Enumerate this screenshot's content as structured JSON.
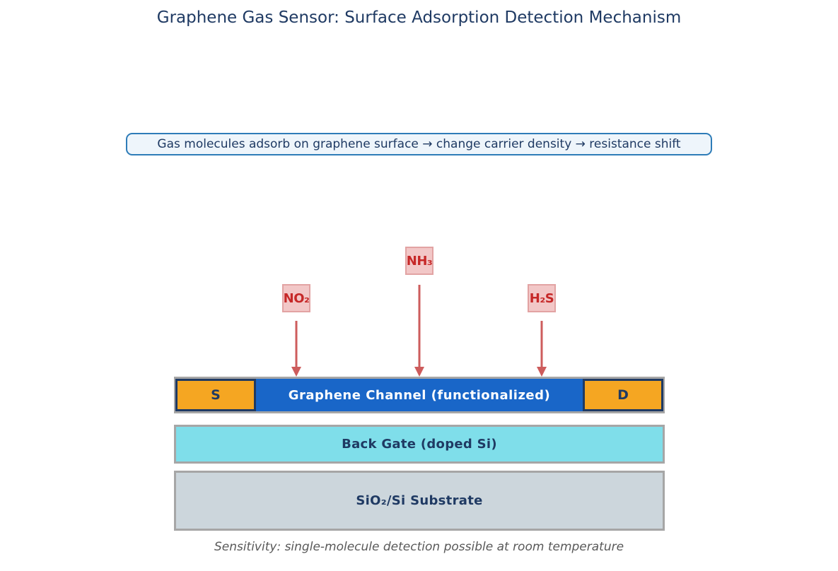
{
  "title": "Graphene Gas Sensor: Surface Adsorption Detection Mechanism",
  "mechanism_note": "Gas molecules adsorb on graphene surface → change carrier density → resistance shift",
  "gas_molecules": [
    {
      "label": "NO₂"
    },
    {
      "label": "NH₃"
    },
    {
      "label": "H₂S"
    }
  ],
  "device": {
    "source_label": "S",
    "drain_label": "D",
    "channel_label": "Graphene Channel (functionalized)",
    "back_gate_label": "Back Gate (doped Si)",
    "substrate_label": "SiO₂/Si Substrate"
  },
  "caption": "Sensitivity: single-molecule detection possible at room temperature",
  "colors": {
    "title_text": "#1f3a63",
    "note_bg": "#eef5fb",
    "note_border": "#2e7cb8",
    "gas_bg": "#f2c7c7",
    "gas_border": "#e2a3a3",
    "gas_text": "#c62828",
    "arrow": "#cd5c5c",
    "electrode_fill": "#f5a622",
    "electrode_border": "#1f3a63",
    "channel_fill": "#1966c8",
    "channel_text": "#ffffff",
    "layer_border": "#a6a6a6",
    "back_gate_fill": "#7fdeea",
    "substrate_fill": "#ccd6dc",
    "caption_text": "#595959"
  }
}
